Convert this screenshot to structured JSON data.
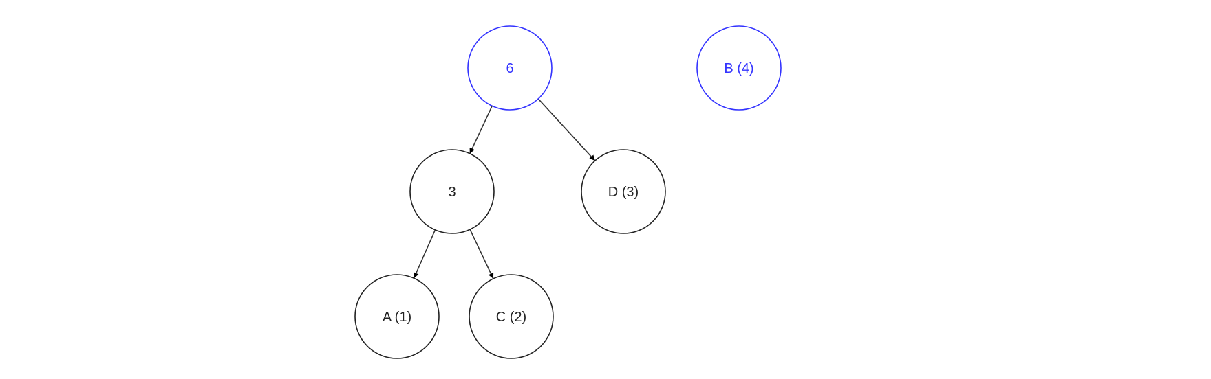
{
  "diagram": {
    "title": "Huffman tree construction",
    "colors": {
      "highlight": "#3333ff",
      "normal": "#222222",
      "edge": "#333333"
    },
    "nodes": [
      {
        "id": "n6",
        "label": "6",
        "highlight": true
      },
      {
        "id": "nB",
        "label": "B (4)",
        "highlight": true
      },
      {
        "id": "n3",
        "label": "3",
        "highlight": false
      },
      {
        "id": "nD",
        "label": "D (3)",
        "highlight": false
      },
      {
        "id": "nA",
        "label": "A (1)",
        "highlight": false
      },
      {
        "id": "nC",
        "label": "C (2)",
        "highlight": false
      }
    ],
    "edges": [
      {
        "from": "n6",
        "to": "n3"
      },
      {
        "from": "n6",
        "to": "nD"
      },
      {
        "from": "n3",
        "to": "nA"
      },
      {
        "from": "n3",
        "to": "nC"
      }
    ]
  }
}
